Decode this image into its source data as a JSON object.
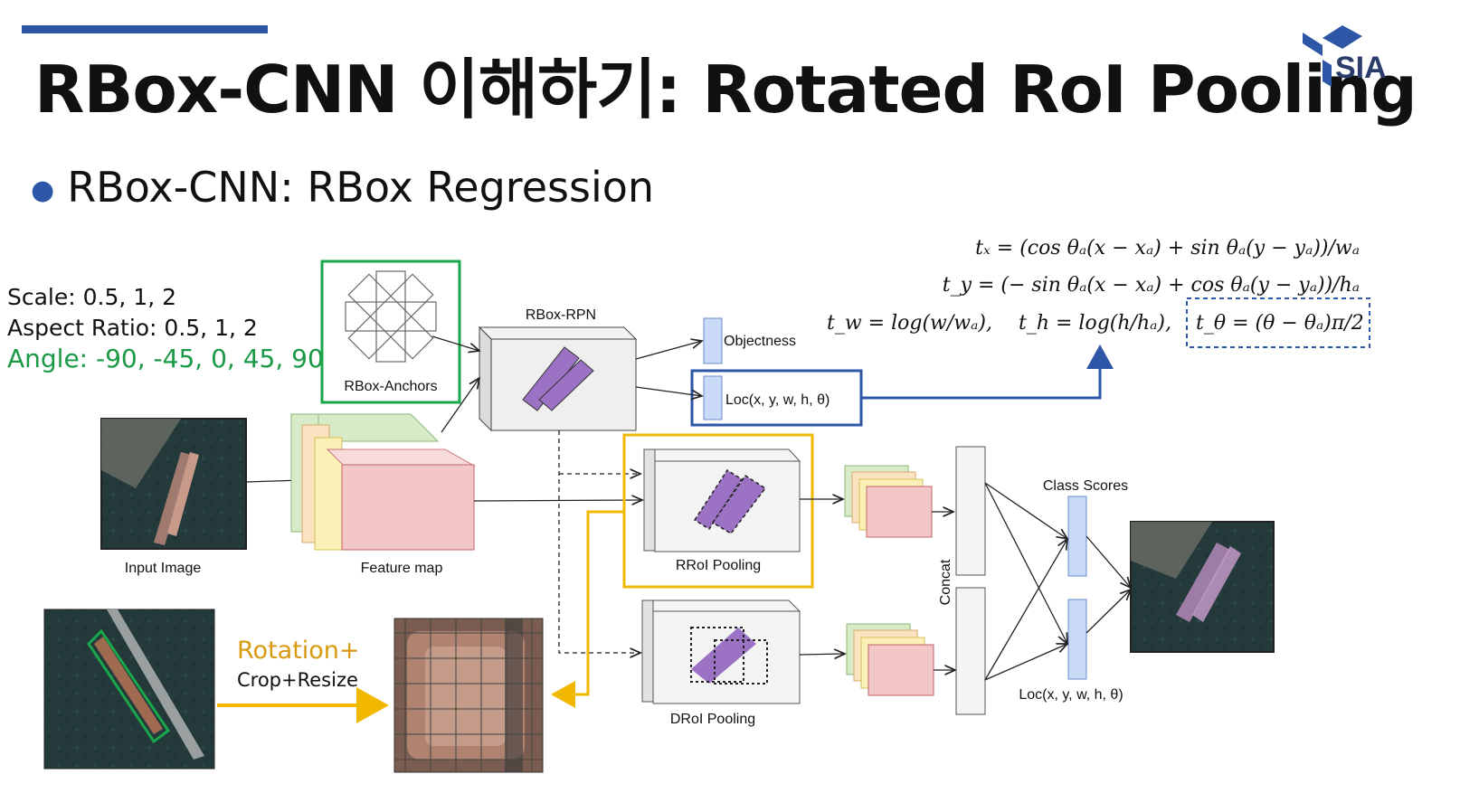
{
  "slide": {
    "title": "RBox-CNN 이해하기: Rotated RoI Pooling",
    "bullet": "RBox-CNN: RBox Regression",
    "logo_text": "SIA"
  },
  "params": {
    "scale": "Scale: 0.5, 1, 2",
    "aspect": "Aspect Ratio: 0.5, 1, 2",
    "angle": "Angle: -90, -45, 0, 45, 90"
  },
  "diagram": {
    "anchors_label": "RBox-Anchors",
    "rpn_label": "RBox-RPN",
    "objectness_label": "Objectness",
    "loc_label": "Loc(x, y, w, h, θ)",
    "input_label": "Input Image",
    "feature_label": "Feature map",
    "rroi_label": "RRoI Pooling",
    "droi_label": "DRoI Pooling",
    "concat_label": "Concat",
    "class_scores_label": "Class Scores",
    "loc2_label": "Loc(x, y, w, h, θ)",
    "rotation_label": "Rotation+",
    "crop_label": "Crop+Resize"
  },
  "equations": {
    "tx": "tₓ = (cos θₐ(x − xₐ) + sin θₐ(y − yₐ))/wₐ",
    "ty": "t_y = (− sin θₐ(x − xₐ) + cos θₐ(y − yₐ))/hₐ",
    "tw": "t_w = log(w/wₐ),",
    "th": "t_h = log(h/hₐ),",
    "ttheta": "t_θ = (θ − θₐ)π/2"
  },
  "colors": {
    "accent_blue": "#2e56a6",
    "green": "#1a9a46",
    "yellow": "#f2b800",
    "purple": "#9b72c4",
    "pink": "#f4c7c7"
  }
}
